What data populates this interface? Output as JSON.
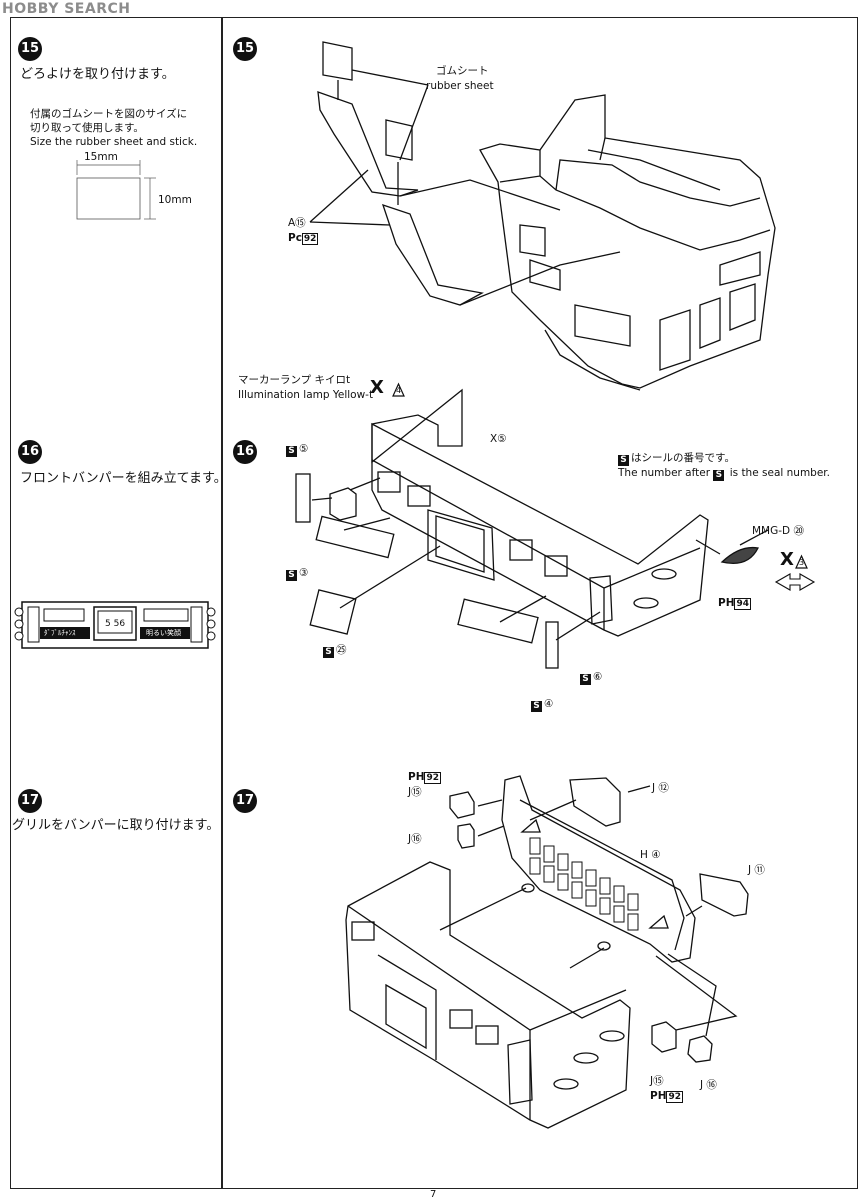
{
  "watermark": "HOBBY SEARCH",
  "page_number": "7",
  "steps": [
    {
      "number": "15",
      "instruction": "どろよけを取り付けます。",
      "note_jp_1": "付属のゴムシートを図のサイズに",
      "note_jp_2": "切り取って使用します。",
      "note_en": "Size the rubber sheet and stick.",
      "dim_width": "15mm",
      "dim_height": "10mm",
      "rubber_jp": "ゴムシート",
      "rubber_en": "rubber sheet",
      "part_a": "A⑮",
      "part_pc": "Pc",
      "part_pc_num": "92"
    },
    {
      "number": "16",
      "instruction": "フロントバンパーを組み立てます。",
      "marker_jp": "マーカーランプ キイロt",
      "marker_en": "Illumination lamp Yellow-t",
      "marker_code": "X",
      "marker_tri": "4",
      "part_x5": "X⑤",
      "seal_jp": "はシールの番号です。",
      "seal_en_pre": "The number after",
      "seal_en_post": "is the seal number.",
      "seal_letter": "S",
      "s5": "⑤",
      "s3": "③",
      "s25": "㉕",
      "s6": "⑥",
      "s4": "④",
      "mmg": "MMG-D ⑳",
      "mmg_code": "X",
      "mmg_tri": "3",
      "ph": "PH",
      "ph_num": "94",
      "bumper_text_1": "ﾀﾞﾌﾞﾙﾁｬﾝｽ",
      "bumper_text_2": "5 56",
      "bumper_text_3": "明るい笑顔"
    },
    {
      "number": "17",
      "instruction": "グリルをバンパーに取り付けます。",
      "ph_top": "PH",
      "ph_top_num": "92",
      "j15_top": "J⑮",
      "j16_top": "J⑯",
      "j12": "J ⑫",
      "h4": "H ④",
      "j11": "J ⑪",
      "j15_bot": "J⑮",
      "j16_bot": "J ⑯",
      "ph_bot": "PH",
      "ph_bot_num": "92"
    }
  ]
}
